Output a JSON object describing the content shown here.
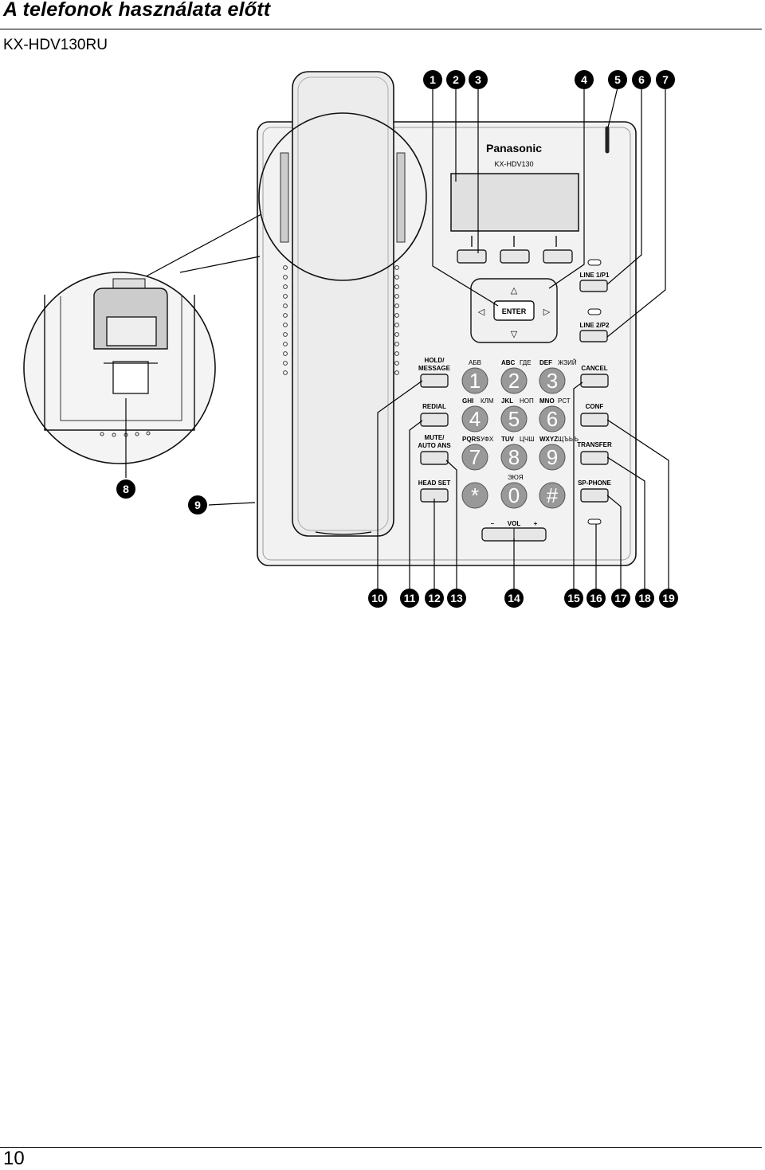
{
  "section_title": "A telefonok használata előtt",
  "model_heading": "KX-HDV130RU",
  "page_number": "10",
  "phone": {
    "brand": "Panasonic",
    "model": "KX-HDV130",
    "enter_label": "ENTER",
    "line1_label": "LINE 1/P1",
    "line2_label": "LINE 2/P2",
    "hold_label_1": "HOLD/",
    "hold_label_2": "MESSAGE",
    "redial_label": "REDIAL",
    "mute_label_1": "MUTE/",
    "mute_label_2": "AUTO ANS",
    "headset_label": "HEAD SET",
    "cancel_label": "CANCEL",
    "conf_label": "CONF",
    "transfer_label": "TRANSFER",
    "spphone_label": "SP-PHONE",
    "vol_label": "VOL",
    "vol_minus": "–",
    "vol_plus": "+",
    "keys": [
      {
        "digit": "1",
        "latin": "",
        "cyr": "АБВ"
      },
      {
        "digit": "2",
        "latin": "ABC",
        "cyr": "ГДЕ"
      },
      {
        "digit": "3",
        "latin": "DEF",
        "cyr": "ЖЗИЙ"
      },
      {
        "digit": "4",
        "latin": "GHI",
        "cyr": "КЛМ"
      },
      {
        "digit": "5",
        "latin": "JKL",
        "cyr": "НОП"
      },
      {
        "digit": "6",
        "latin": "MNO",
        "cyr": "РСТ"
      },
      {
        "digit": "7",
        "latin": "PQRS",
        "cyr": "УФХ"
      },
      {
        "digit": "8",
        "latin": "TUV",
        "cyr": "ЦЧШ"
      },
      {
        "digit": "9",
        "latin": "WXYZ",
        "cyr": "ЩЪЫЬ"
      },
      {
        "digit": "*",
        "latin": "",
        "cyr": ""
      },
      {
        "digit": "0",
        "latin": "",
        "cyr": "ЭЮЯ"
      },
      {
        "digit": "#",
        "latin": "",
        "cyr": ""
      }
    ]
  },
  "callouts": [
    "1",
    "2",
    "3",
    "4",
    "5",
    "6",
    "7",
    "8",
    "9",
    "10",
    "11",
    "12",
    "13",
    "14",
    "15",
    "16",
    "17",
    "18",
    "19"
  ]
}
